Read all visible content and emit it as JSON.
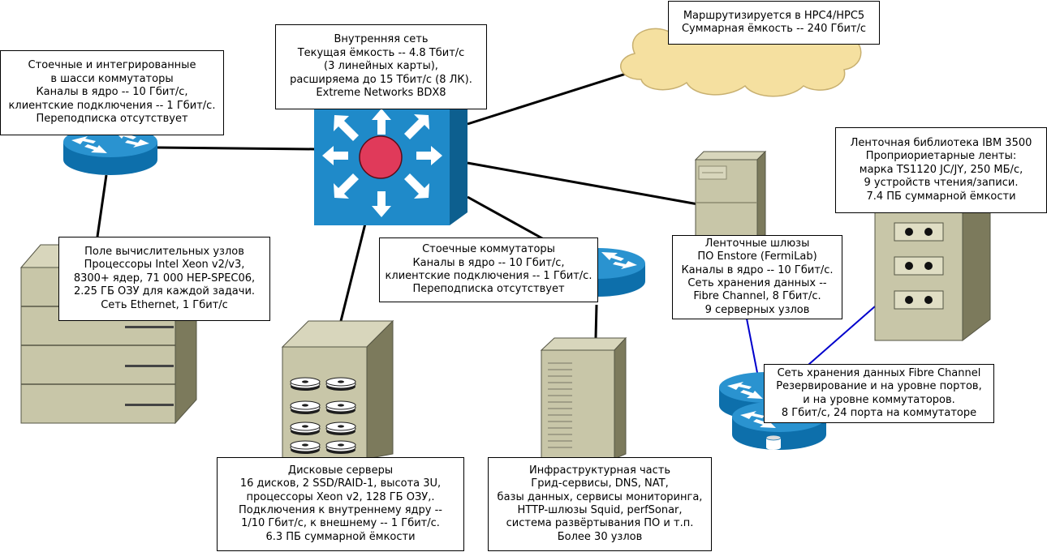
{
  "colors": {
    "switch_blue": "#1f8ac9",
    "switch_dark": "#0d5f8f",
    "core_red": "#e03a5a",
    "cloud_fill": "#f5e0a0",
    "server_fill": "#c8c6a8",
    "server_dark": "#7c7a5c",
    "san_link": "#0000cc"
  },
  "icons": {
    "core_switch": "layer3-switch-icon",
    "routers": "router-icon",
    "cloud": "cloud-icon",
    "servers": "server-tower-icon"
  },
  "boxes": {
    "core": [
      "Внутренняя сеть",
      "Текущая ёмкость -- 4.8 Тбит/с",
      "(3 линейных карты),",
      "расширяема до 15 Тбит/с (8 ЛК).",
      "Extreme Networks BDX8"
    ],
    "rack_switches": [
      "Стоечные и интегрированные",
      "в шасси коммутаторы",
      "Каналы в ядро -- 10 Гбит/с,",
      "клиентские подключения -- 1 Гбит/с.",
      "Переподписка отсутствует"
    ],
    "wan": [
      "Маршрутизируется в HPC4/HPC5",
      "Суммарная ёмкость -- 240 Гбит/с"
    ],
    "compute": [
      "Поле вычислительных узлов",
      "Процессоры Intel Xeon v2/v3,",
      "8300+ ядер, 71 000 HEP-SPEC06,",
      "2.25 ГБ ОЗУ для каждой задачи.",
      "Сеть Ethernet, 1 Гбит/с"
    ],
    "tor_switches": [
      "Стоечные коммутаторы",
      "Каналы в ядро -- 10 Гбит/с,",
      "клиентские подключения -- 1 Гбит/с.",
      "Переподписка отсутствует"
    ],
    "tape_gateways": [
      "Ленточные шлюзы",
      "ПО Enstore (FermiLab)",
      "Каналы в ядро -- 10 Гбит/с.",
      "Сеть хранения данных --",
      "Fibre Channel, 8 Гбит/с.",
      "9 серверных узлов"
    ],
    "tape_library": [
      "Ленточная библиотека IBM 3500",
      "Проприориетарные ленты:",
      "марка TS1120 JC/JY, 250 МБ/с,",
      "9 устройств чтения/записи.",
      "7.4 ПБ суммарной ёмкости"
    ],
    "san": [
      "Сеть хранения данных Fibre Channel",
      "Резервирование и на уровне портов,",
      "и на уровне коммутаторов.",
      "8 Гбит/с, 24 порта на коммутаторе"
    ],
    "disk_servers": [
      "Дисковые серверы",
      "16 дисков, 2 SSD/RAID-1, высота 3U,",
      "процессоры Xeon v2, 128 ГБ ОЗУ,.",
      "Подключения к внутреннему ядру --",
      "1/10 Гбит/с, к внешнему -- 1 Гбит/с.",
      "6.3 ПБ суммарной ёмкости"
    ],
    "infrastructure": [
      "Инфраструктурная часть",
      "Грид-сервисы, DNS, NAT,",
      "базы данных, сервисы мониторинга,",
      "HTTP-шлюзы Squid, perfSonar,",
      "система развёртывания ПО и т.п.",
      "Более 30 узлов"
    ]
  }
}
